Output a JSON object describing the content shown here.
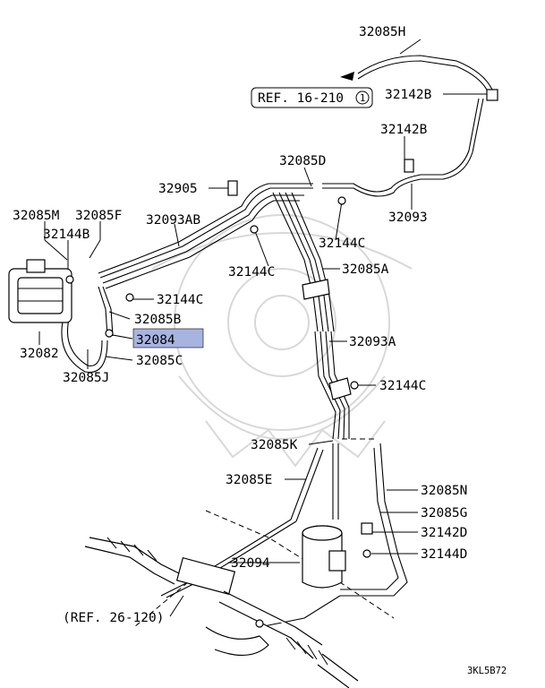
{
  "diagram": {
    "highlight_color": "#a8b4e0",
    "labels": {
      "p32085H": "32085H",
      "p32142B_top": "32142B",
      "ref16": "REF. 16-210",
      "ref16_circle": "1",
      "p32142B_mid": "32142B",
      "p32085D": "32085D",
      "p32905": "32905",
      "p32093": "32093",
      "p32085M": "32085M",
      "p32085F": "32085F",
      "p32093AB": "32093AB",
      "p32144B": "32144B",
      "p32144C_1": "32144C",
      "p32144C_2": "32144C",
      "p32085A": "32085A",
      "p32144C_3": "32144C",
      "p32085B": "32085B",
      "p32084": "32084",
      "p32093A": "32093A",
      "p32082": "32082",
      "p32085C": "32085C",
      "p32085J": "32085J",
      "p32144C_4": "32144C",
      "p32085K": "32085K",
      "p32085E": "32085E",
      "p32085N": "32085N",
      "p32085G": "32085G",
      "p32142D": "32142D",
      "p32094": "32094",
      "p32144D": "32144D",
      "ref26": "(REF. 26-120)",
      "code": "3KL5B72"
    }
  }
}
